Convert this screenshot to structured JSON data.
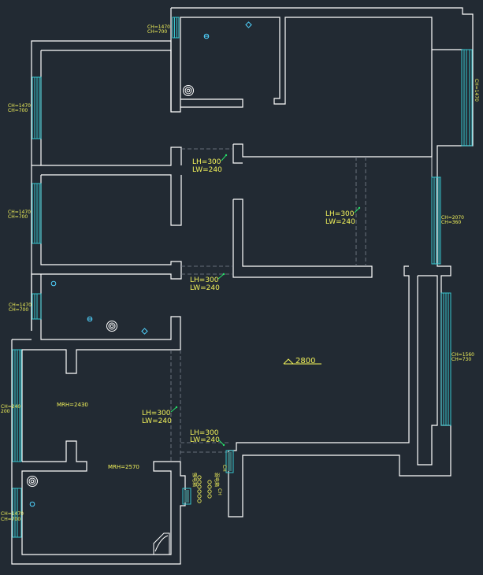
{
  "window_tags": {
    "w1": [
      "CH=1470",
      "CH=700"
    ],
    "w2": [
      "CH=1470",
      "CH=700"
    ],
    "w3": [
      "CH=1470",
      "CH=700"
    ],
    "w4": [
      "CH=1470",
      "CH=700"
    ],
    "w5": [
      "CH=240",
      "200"
    ],
    "w6": [
      "CH=1470",
      "CH=700"
    ],
    "w7": [
      "CH=1470"
    ],
    "w8": [
      "CH=2070",
      "CH=360"
    ],
    "w9": [
      "CH=1560",
      "CH=730"
    ],
    "w10": [
      "CH",
      "CH"
    ]
  },
  "door_tags": [
    {
      "lh": "LH=300",
      "lw": "LW=240"
    },
    {
      "lh": "LH=300",
      "lw": "LW=240"
    },
    {
      "lh": "LH=300",
      "lw": "LW=240"
    },
    {
      "lh": "LH=300",
      "lw": "LW=240"
    },
    {
      "lh": "LH=300",
      "lw": "LW=240"
    }
  ],
  "ceiling_height": "2800",
  "room_heights": [
    "MRH=2430",
    "MRH=2570"
  ],
  "vertical_notes": [
    "强电箱",
    "弱电箱"
  ],
  "colors": {
    "background": "#222a33",
    "wall": "#ffffff",
    "window": "#37c6cf",
    "text": "#f2f25a",
    "leader": "#27e06a"
  }
}
